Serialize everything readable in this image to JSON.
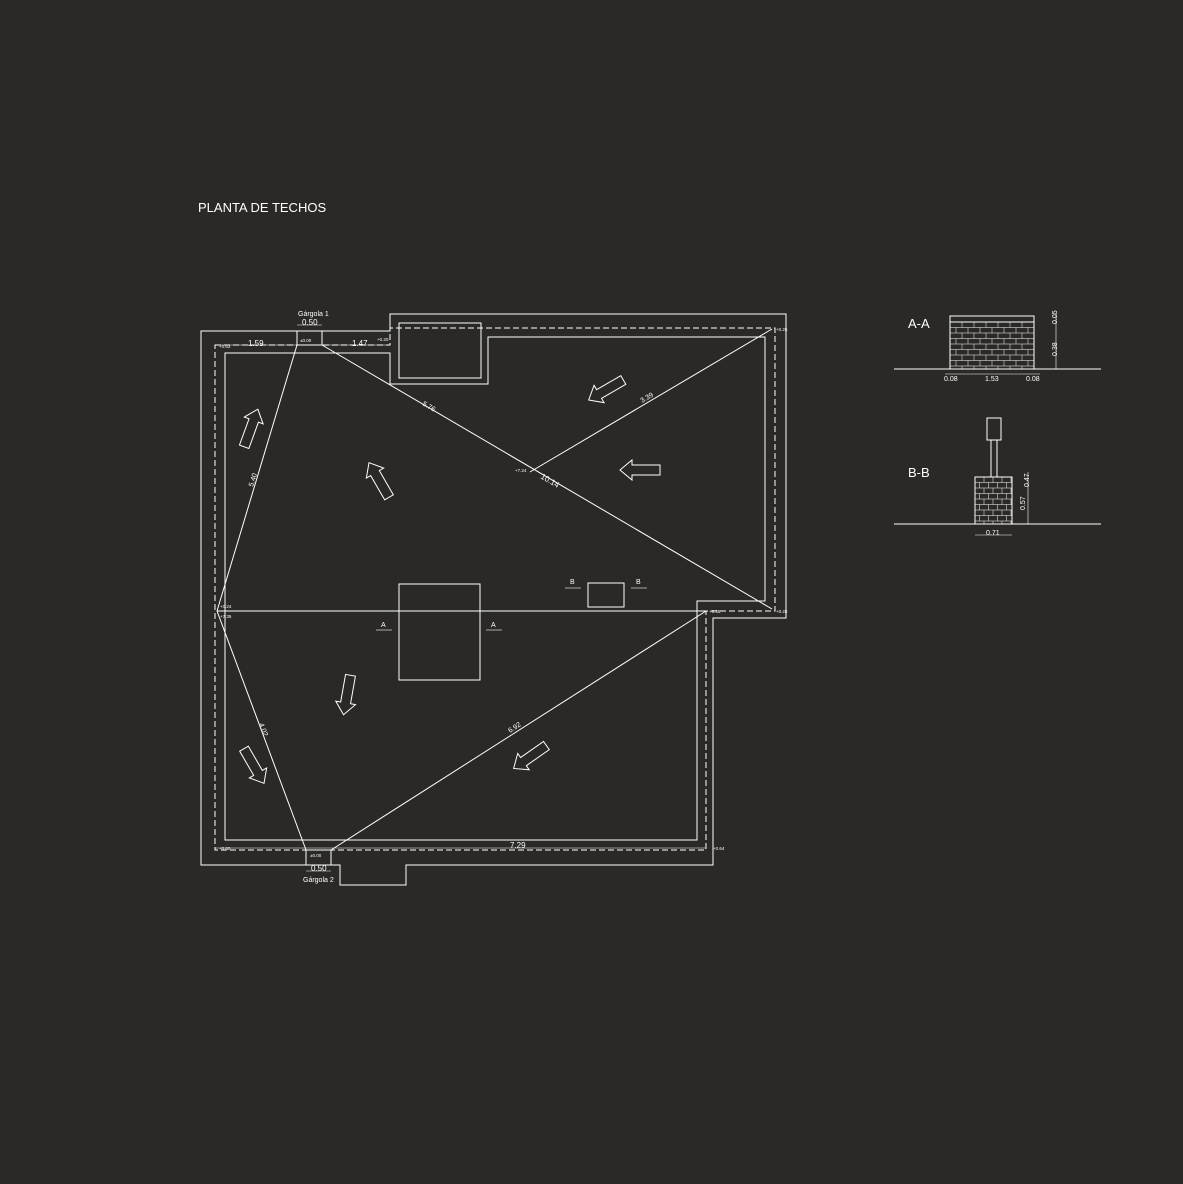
{
  "title": "PLANTA DE TECHOS",
  "gargolas": {
    "g1": "Gárgola 1",
    "g2": "Gárgola 2"
  },
  "dims": {
    "g1_width": "0.50",
    "g2_width": "0.50",
    "top_left": "1.59",
    "top_mid": "1.47",
    "diag_ne": "5.76",
    "diag_center": "10.14",
    "diag_ne_sw": "3.39",
    "left_upper": "5.40",
    "left_lower": "4.02",
    "diag_lower": "6.92",
    "bottom": "7.29"
  },
  "levels": {
    "l_top_left": "+0.63",
    "l_g1": "±0.00",
    "l_top_mid": "+0.20",
    "l_ne": "+0.25",
    "l_center": "+7.24",
    "l_left_a": "+0.24",
    "l_left_b": "+7.35",
    "l_mid_right": "+0.55",
    "l_right_mid": "+0.25",
    "l_bottom_left": "+0.60",
    "l_g2": "±0.00",
    "l_bottom_right": "+0.64"
  },
  "markers": {
    "a_left": "A",
    "a_right": "A",
    "b_left": "B",
    "b_right": "B"
  },
  "sections": {
    "aa": {
      "label": "A-A",
      "w_left": "0.08",
      "w_mid": "1.53",
      "w_right": "0.08",
      "h_total": "0.38",
      "h_top": "0.05"
    },
    "bb": {
      "label": "B-B",
      "width": "0.71",
      "h_main": "0.57",
      "h_top": "0.47"
    }
  },
  "colors": {
    "background": "#2a2926",
    "lines": "#ffffff"
  }
}
